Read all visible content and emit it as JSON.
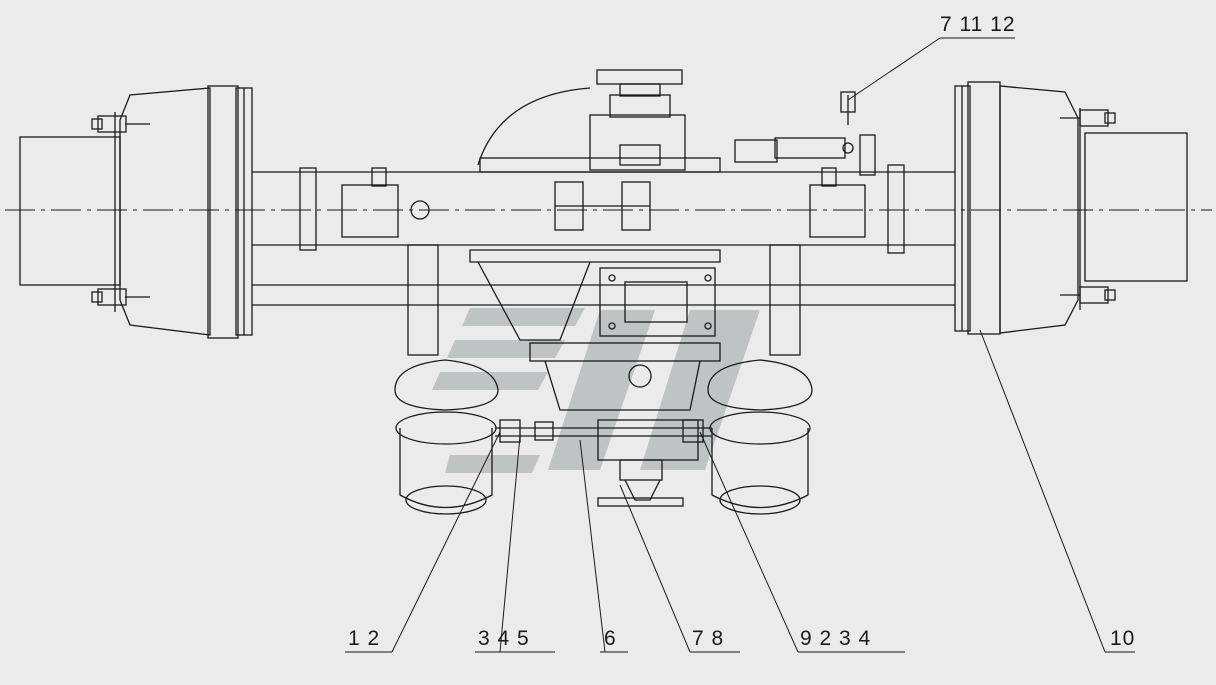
{
  "callouts": {
    "c1": "7  11 12",
    "c2": "1  2",
    "c3": "3  4  5",
    "c4": "6",
    "c5": "7  8",
    "c6": "9  2  3  4",
    "c7": "10"
  },
  "colors": {
    "background": "#ebebeb",
    "line": "#1a1a1a",
    "watermark": "#9aa3a3"
  }
}
